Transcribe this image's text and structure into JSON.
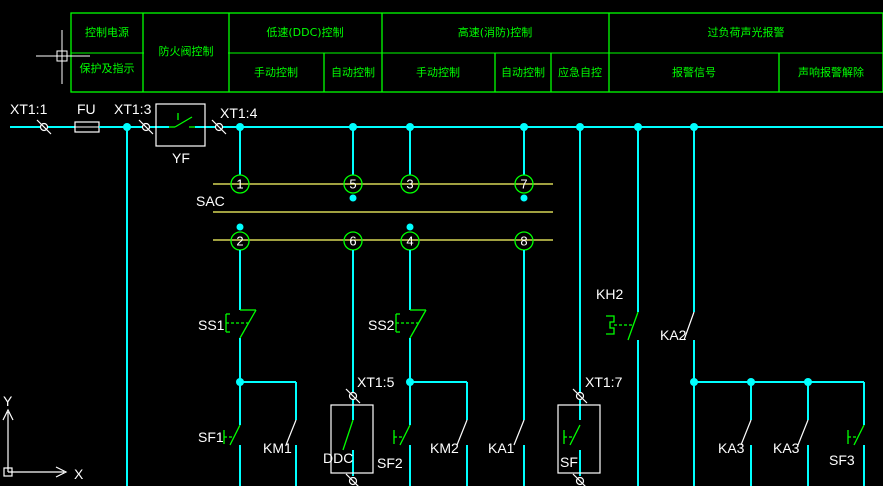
{
  "header": {
    "power_title": "控制电源",
    "power_sub": "保护及指示",
    "fire_damper": "防火阀控制",
    "low_speed": "低速(DDC)控制",
    "manual_1": "手动控制",
    "auto_1": "自动控制",
    "high_speed": "高速(消防)控制",
    "manual_2": "手动控制",
    "auto_2": "自动控制",
    "emergency": "应急自控",
    "overload": "过负荷声光报警",
    "alarm_signal": "报警信号",
    "alarm_release": "声响报警解除"
  },
  "labels": {
    "xt1_1": "XT1:1",
    "fu": "FU",
    "xt1_3": "XT1:3",
    "yf": "YF",
    "xt1_4": "XT1:4",
    "sac": "SAC",
    "ss1": "SS1",
    "ss2": "SS2",
    "kh2": "KH2",
    "ka2": "KA2",
    "xt1_5": "XT1:5",
    "xt1_7": "XT1:7",
    "sf1": "SF1",
    "km1": "KM1",
    "ddc": "DDC",
    "sf2": "SF2",
    "km2": "KM2",
    "ka1": "KA1",
    "sf": "SF",
    "ka3a": "KA3",
    "ka3b": "KA3",
    "sf3": "SF3"
  },
  "sac_contacts": {
    "top": [
      "1",
      "5",
      "3",
      "7"
    ],
    "bottom": [
      "2",
      "6",
      "4",
      "8"
    ]
  },
  "ucs": {
    "x": "X",
    "y": "Y"
  },
  "colors": {
    "background": "#000000",
    "wire": "#00ffff",
    "device": "#00ff00",
    "text": "#ffffff",
    "sac_line": "#ffff66"
  }
}
